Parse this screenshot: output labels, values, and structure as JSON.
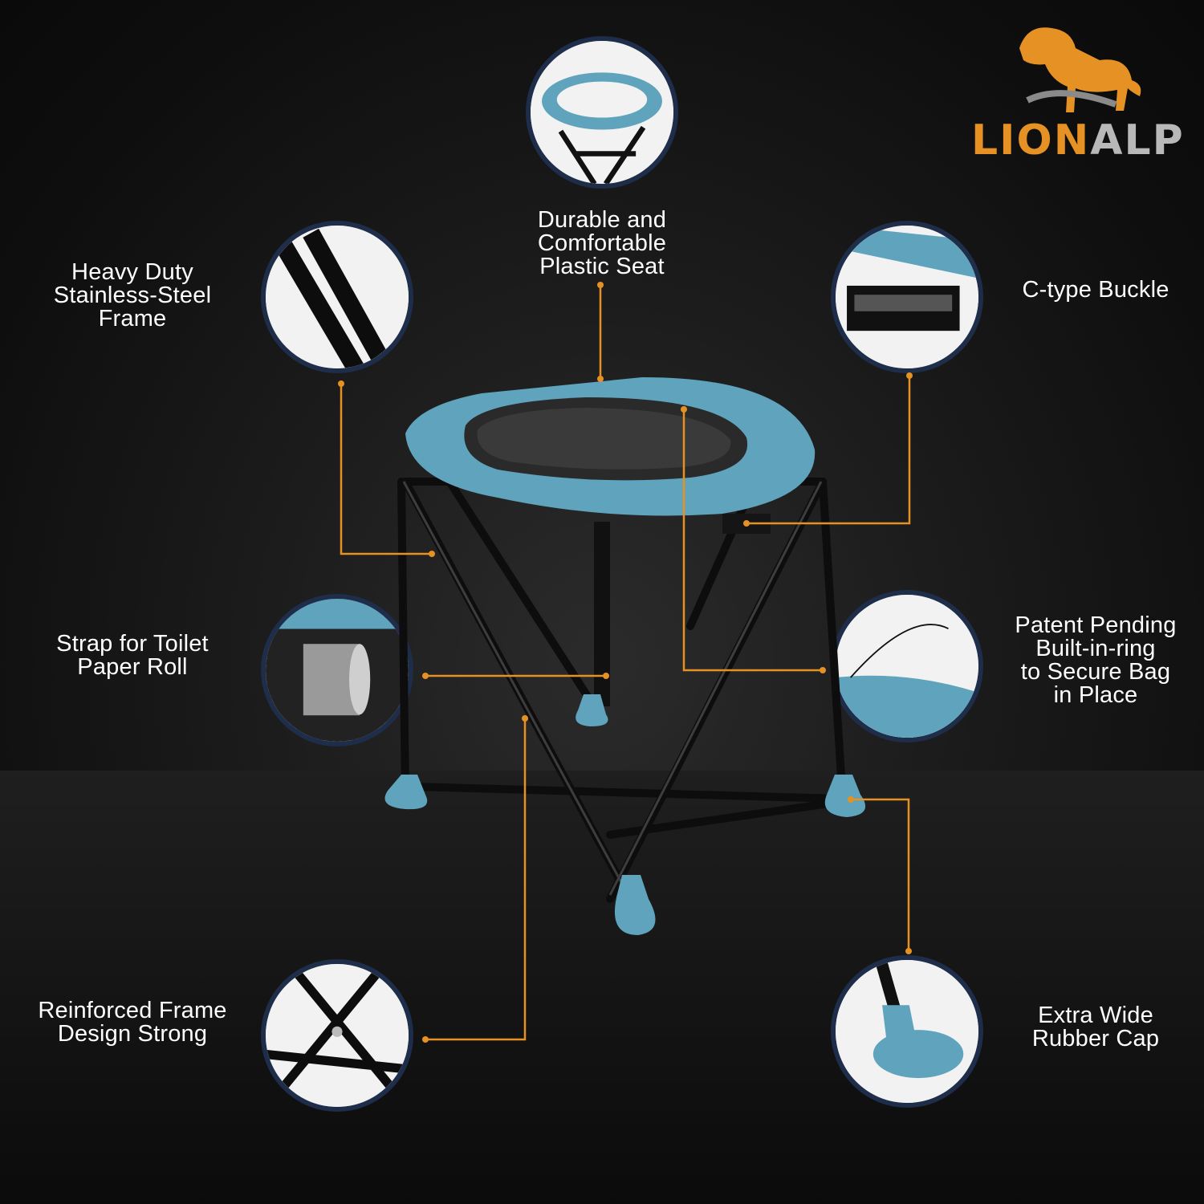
{
  "brand": {
    "part1": "LION",
    "part2": "ALP",
    "accent_color": "#e59124",
    "secondary_color": "#b8b8b8"
  },
  "callouts": {
    "seat": "Durable and\nComfortable\nPlastic Seat",
    "frame": "Heavy Duty\nStainless-Steel\nFrame",
    "buckle": "C-type Buckle",
    "strap": "Strap for Toilet\nPaper Roll",
    "ring": "Patent Pending\nBuilt-in-ring\nto Secure Bag\nin Place",
    "reinforced": "Reinforced Frame\nDesign Strong",
    "cap": "Extra Wide\nRubber Cap"
  },
  "colors": {
    "seat_blue": "#5fa3bd",
    "leader_line": "#e59124",
    "circle_border": "#1e2d4a",
    "frame_black": "#111111"
  }
}
